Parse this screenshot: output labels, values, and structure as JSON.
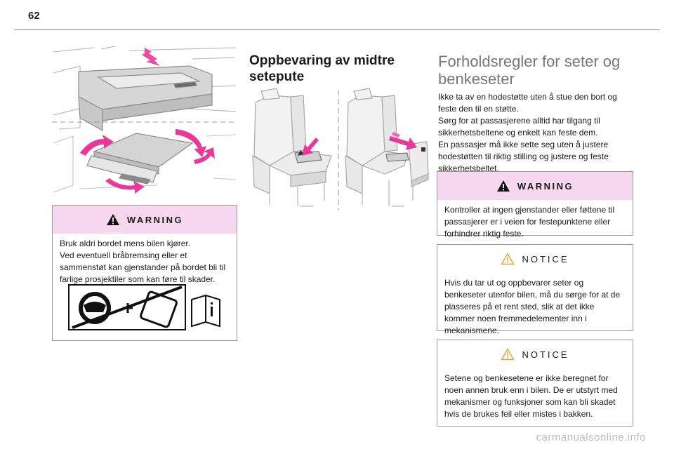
{
  "page": {
    "number": "62"
  },
  "left_column": {
    "warning": {
      "label": "WARNING",
      "text": "Bruk aldri bordet mens bilen kjører.\nVed eventuell bråbremsing eller et sammenstøt kan gjenstander på bordet bli til farlige prosjektiler som kan føre til skader."
    }
  },
  "middle_column": {
    "heading": "Oppbevaring av midtre setepute"
  },
  "right_column": {
    "heading": "Forholdsregler for seter og benkeseter",
    "intro": "Ikke ta av en hodestøtte uten å stue den bort og feste den til en støtte.\nSørg for at passasjerene alltid har tilgang til sikkerhetsbeltene og enkelt kan feste dem.\nEn passasjer må ikke sette seg uten å justere hodestøtten til riktig stilling og justere og feste sikkerhetsbeltet.",
    "warning": {
      "label": "WARNING",
      "text": "Kontroller at ingen gjenstander eller føttene til passasjerer er i veien for festepunktene eller forhindrer riktig feste."
    },
    "notice1": {
      "label": "NOTICE",
      "text": "Hvis du tar ut og oppbevarer seter og benkeseter utenfor bilen, må du sørge for at de plasseres på et rent sted, slik at det ikke kommer noen fremmedelementer inn i mekanismene."
    },
    "notice2": {
      "label": "NOTICE",
      "text": "Setene og benkesetene er ikke beregnet for noen annen bruk enn i bilen. De er utstyrt med mekanismer og funksjoner som kan bli skadet hvis de brukes feil eller mistes i bakken."
    }
  },
  "footer": {
    "watermark": "carmanualsonline.info"
  },
  "colors": {
    "warning_bg": "#f7d7ef",
    "arrow_pink": "#e8389a",
    "text": "#1a1a1a",
    "heading_grey": "#777777"
  }
}
